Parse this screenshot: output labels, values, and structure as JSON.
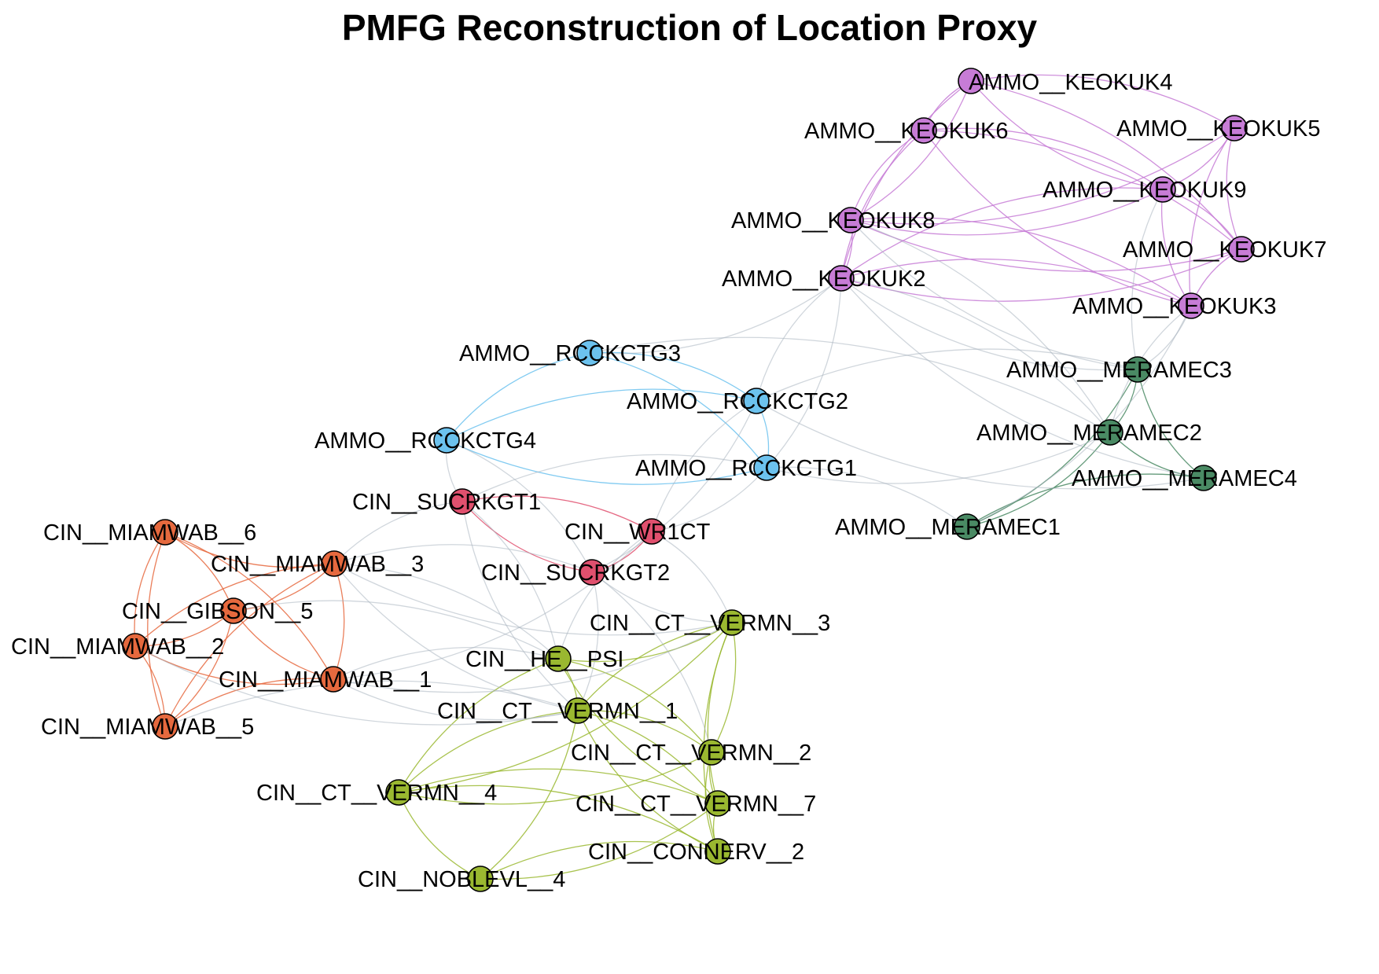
{
  "title": "PMFG Reconstruction of Location Proxy",
  "colors": {
    "KEOKUK": "#c77cd6",
    "RCCKCTG": "#6cc2ee",
    "MERAMEC": "#4a8a64",
    "SUCRKGT": "#e0506e",
    "MIAMWAB": "#e6693e",
    "VERMN": "#9ab830",
    "mixed": "#a9b4c0"
  },
  "nodes": [
    {
      "id": "AMMO__KEOKUK4",
      "group": "KEOKUK"
    },
    {
      "id": "AMMO__KEOKUK6",
      "group": "KEOKUK"
    },
    {
      "id": "AMMO__KEOKUK5",
      "group": "KEOKUK"
    },
    {
      "id": "AMMO__KEOKUK9",
      "group": "KEOKUK"
    },
    {
      "id": "AMMO__KEOKUK8",
      "group": "KEOKUK"
    },
    {
      "id": "AMMO__KEOKUK7",
      "group": "KEOKUK"
    },
    {
      "id": "AMMO__KEOKUK2",
      "group": "KEOKUK"
    },
    {
      "id": "AMMO__KEOKUK3",
      "group": "KEOKUK"
    },
    {
      "id": "AMMO__RCCKCTG3",
      "group": "RCCKCTG"
    },
    {
      "id": "AMMO__RCCKCTG2",
      "group": "RCCKCTG"
    },
    {
      "id": "AMMO__RCCKCTG4",
      "group": "RCCKCTG"
    },
    {
      "id": "AMMO__RCCKCTG1",
      "group": "RCCKCTG"
    },
    {
      "id": "AMMO__MERAMEC3",
      "group": "MERAMEC"
    },
    {
      "id": "AMMO__MERAMEC2",
      "group": "MERAMEC"
    },
    {
      "id": "AMMO__MERAMEC4",
      "group": "MERAMEC"
    },
    {
      "id": "AMMO__MERAMEC1",
      "group": "MERAMEC"
    },
    {
      "id": "CIN__SUCRKGT1",
      "group": "SUCRKGT"
    },
    {
      "id": "CIN__WR1CT",
      "group": "SUCRKGT"
    },
    {
      "id": "CIN__SUCRKGT2",
      "group": "SUCRKGT"
    },
    {
      "id": "CIN__MIAMWAB__6",
      "group": "MIAMWAB"
    },
    {
      "id": "CIN__MIAMWAB__3",
      "group": "MIAMWAB"
    },
    {
      "id": "CIN__GIBSON__5",
      "group": "MIAMWAB"
    },
    {
      "id": "CIN__MIAMWAB__2",
      "group": "MIAMWAB"
    },
    {
      "id": "CIN__MIAMWAB__1",
      "group": "MIAMWAB"
    },
    {
      "id": "CIN__MIAMWAB__5",
      "group": "MIAMWAB"
    },
    {
      "id": "CIN__CT__VERMN__3",
      "group": "VERMN"
    },
    {
      "id": "CIN__HE__PSI",
      "group": "VERMN"
    },
    {
      "id": "CIN__CT__VERMN__1",
      "group": "VERMN"
    },
    {
      "id": "CIN__CT__VERMN__2",
      "group": "VERMN"
    },
    {
      "id": "CIN__CT__VERMN__4",
      "group": "VERMN"
    },
    {
      "id": "CIN__CT__VERMN__7",
      "group": "VERMN"
    },
    {
      "id": "CIN__CONNERV__2",
      "group": "VERMN"
    },
    {
      "id": "CIN__NOBLEVL__4",
      "group": "VERMN"
    }
  ],
  "edges": [
    [
      "AMMO__KEOKUK4",
      "AMMO__KEOKUK6"
    ],
    [
      "AMMO__KEOKUK4",
      "AMMO__KEOKUK8"
    ],
    [
      "AMMO__KEOKUK4",
      "AMMO__KEOKUK9"
    ],
    [
      "AMMO__KEOKUK4",
      "AMMO__KEOKUK5"
    ],
    [
      "AMMO__KEOKUK4",
      "AMMO__KEOKUK2"
    ],
    [
      "AMMO__KEOKUK4",
      "AMMO__KEOKUK7"
    ],
    [
      "AMMO__KEOKUK6",
      "AMMO__KEOKUK8"
    ],
    [
      "AMMO__KEOKUK6",
      "AMMO__KEOKUK9"
    ],
    [
      "AMMO__KEOKUK6",
      "AMMO__KEOKUK2"
    ],
    [
      "AMMO__KEOKUK6",
      "AMMO__KEOKUK7"
    ],
    [
      "AMMO__KEOKUK6",
      "AMMO__KEOKUK3"
    ],
    [
      "AMMO__KEOKUK5",
      "AMMO__KEOKUK9"
    ],
    [
      "AMMO__KEOKUK5",
      "AMMO__KEOKUK7"
    ],
    [
      "AMMO__KEOKUK5",
      "AMMO__KEOKUK8"
    ],
    [
      "AMMO__KEOKUK5",
      "AMMO__KEOKUK3"
    ],
    [
      "AMMO__KEOKUK9",
      "AMMO__KEOKUK8"
    ],
    [
      "AMMO__KEOKUK9",
      "AMMO__KEOKUK2"
    ],
    [
      "AMMO__KEOKUK9",
      "AMMO__KEOKUK7"
    ],
    [
      "AMMO__KEOKUK9",
      "AMMO__KEOKUK3"
    ],
    [
      "AMMO__KEOKUK8",
      "AMMO__KEOKUK2"
    ],
    [
      "AMMO__KEOKUK8",
      "AMMO__KEOKUK7"
    ],
    [
      "AMMO__KEOKUK8",
      "AMMO__KEOKUK3"
    ],
    [
      "AMMO__KEOKUK2",
      "AMMO__KEOKUK7"
    ],
    [
      "AMMO__KEOKUK2",
      "AMMO__KEOKUK3"
    ],
    [
      "AMMO__KEOKUK7",
      "AMMO__KEOKUK3"
    ],
    [
      "AMMO__RCCKCTG3",
      "AMMO__RCCKCTG2"
    ],
    [
      "AMMO__RCCKCTG3",
      "AMMO__RCCKCTG4"
    ],
    [
      "AMMO__RCCKCTG3",
      "AMMO__RCCKCTG1"
    ],
    [
      "AMMO__RCCKCTG2",
      "AMMO__RCCKCTG4"
    ],
    [
      "AMMO__RCCKCTG2",
      "AMMO__RCCKCTG1"
    ],
    [
      "AMMO__RCCKCTG4",
      "AMMO__RCCKCTG1"
    ],
    [
      "AMMO__MERAMEC3",
      "AMMO__MERAMEC2"
    ],
    [
      "AMMO__MERAMEC3",
      "AMMO__MERAMEC4"
    ],
    [
      "AMMO__MERAMEC3",
      "AMMO__MERAMEC1"
    ],
    [
      "AMMO__MERAMEC2",
      "AMMO__MERAMEC4"
    ],
    [
      "AMMO__MERAMEC2",
      "AMMO__MERAMEC1"
    ],
    [
      "AMMO__MERAMEC4",
      "AMMO__MERAMEC1"
    ],
    [
      "CIN__SUCRKGT1",
      "CIN__WR1CT"
    ],
    [
      "CIN__SUCRKGT1",
      "CIN__SUCRKGT2"
    ],
    [
      "CIN__WR1CT",
      "CIN__SUCRKGT2"
    ],
    [
      "CIN__MIAMWAB__6",
      "CIN__MIAMWAB__3"
    ],
    [
      "CIN__MIAMWAB__6",
      "CIN__GIBSON__5"
    ],
    [
      "CIN__MIAMWAB__6",
      "CIN__MIAMWAB__2"
    ],
    [
      "CIN__MIAMWAB__6",
      "CIN__MIAMWAB__1"
    ],
    [
      "CIN__MIAMWAB__6",
      "CIN__MIAMWAB__5"
    ],
    [
      "CIN__MIAMWAB__3",
      "CIN__GIBSON__5"
    ],
    [
      "CIN__MIAMWAB__3",
      "CIN__MIAMWAB__2"
    ],
    [
      "CIN__MIAMWAB__3",
      "CIN__MIAMWAB__1"
    ],
    [
      "CIN__MIAMWAB__3",
      "CIN__MIAMWAB__5"
    ],
    [
      "CIN__GIBSON__5",
      "CIN__MIAMWAB__2"
    ],
    [
      "CIN__GIBSON__5",
      "CIN__MIAMWAB__1"
    ],
    [
      "CIN__GIBSON__5",
      "CIN__MIAMWAB__5"
    ],
    [
      "CIN__MIAMWAB__2",
      "CIN__MIAMWAB__1"
    ],
    [
      "CIN__MIAMWAB__2",
      "CIN__MIAMWAB__5"
    ],
    [
      "CIN__MIAMWAB__1",
      "CIN__MIAMWAB__5"
    ],
    [
      "CIN__CT__VERMN__3",
      "CIN__HE__PSI"
    ],
    [
      "CIN__CT__VERMN__3",
      "CIN__CT__VERMN__1"
    ],
    [
      "CIN__CT__VERMN__3",
      "CIN__CT__VERMN__2"
    ],
    [
      "CIN__CT__VERMN__3",
      "CIN__CT__VERMN__7"
    ],
    [
      "CIN__CT__VERMN__3",
      "CIN__CT__VERMN__4"
    ],
    [
      "CIN__CT__VERMN__3",
      "CIN__CONNERV__2"
    ],
    [
      "CIN__HE__PSI",
      "CIN__CT__VERMN__1"
    ],
    [
      "CIN__HE__PSI",
      "CIN__CT__VERMN__4"
    ],
    [
      "CIN__HE__PSI",
      "CIN__CT__VERMN__2"
    ],
    [
      "CIN__HE__PSI",
      "CIN__CT__VERMN__7"
    ],
    [
      "CIN__CT__VERMN__1",
      "CIN__CT__VERMN__2"
    ],
    [
      "CIN__CT__VERMN__1",
      "CIN__CT__VERMN__4"
    ],
    [
      "CIN__CT__VERMN__1",
      "CIN__CT__VERMN__7"
    ],
    [
      "CIN__CT__VERMN__1",
      "CIN__CONNERV__2"
    ],
    [
      "CIN__CT__VERMN__1",
      "CIN__NOBLEVL__4"
    ],
    [
      "CIN__CT__VERMN__2",
      "CIN__CT__VERMN__7"
    ],
    [
      "CIN__CT__VERMN__2",
      "CIN__CT__VERMN__4"
    ],
    [
      "CIN__CT__VERMN__2",
      "CIN__CONNERV__2"
    ],
    [
      "CIN__CT__VERMN__4",
      "CIN__CT__VERMN__7"
    ],
    [
      "CIN__CT__VERMN__4",
      "CIN__NOBLEVL__4"
    ],
    [
      "CIN__CT__VERMN__4",
      "CIN__CONNERV__2"
    ],
    [
      "CIN__CT__VERMN__7",
      "CIN__CONNERV__2"
    ],
    [
      "CIN__CT__VERMN__7",
      "CIN__NOBLEVL__4"
    ],
    [
      "CIN__CONNERV__2",
      "CIN__NOBLEVL__4"
    ],
    [
      "AMMO__KEOKUK2",
      "AMMO__RCCKCTG3"
    ],
    [
      "AMMO__KEOKUK2",
      "AMMO__RCCKCTG2"
    ],
    [
      "AMMO__KEOKUK2",
      "AMMO__RCCKCTG1"
    ],
    [
      "AMMO__KEOKUK2",
      "AMMO__MERAMEC3"
    ],
    [
      "AMMO__KEOKUK2",
      "AMMO__MERAMEC2"
    ],
    [
      "AMMO__KEOKUK2",
      "AMMO__MERAMEC4"
    ],
    [
      "AMMO__KEOKUK8",
      "AMMO__MERAMEC2"
    ],
    [
      "AMMO__KEOKUK8",
      "AMMO__MERAMEC3"
    ],
    [
      "AMMO__KEOKUK3",
      "AMMO__MERAMEC3"
    ],
    [
      "AMMO__KEOKUK3",
      "AMMO__MERAMEC2"
    ],
    [
      "AMMO__KEOKUK3",
      "AMMO__MERAMEC1"
    ],
    [
      "AMMO__KEOKUK9",
      "AMMO__MERAMEC3"
    ],
    [
      "AMMO__RCCKCTG1",
      "AMMO__MERAMEC1"
    ],
    [
      "AMMO__RCCKCTG1",
      "AMMO__MERAMEC2"
    ],
    [
      "AMMO__RCCKCTG2",
      "AMMO__MERAMEC3"
    ],
    [
      "AMMO__RCCKCTG2",
      "AMMO__MERAMEC4"
    ],
    [
      "AMMO__RCCKCTG3",
      "AMMO__MERAMEC2"
    ],
    [
      "AMMO__RCCKCTG4",
      "CIN__SUCRKGT1"
    ],
    [
      "AMMO__RCCKCTG4",
      "CIN__SUCRKGT2"
    ],
    [
      "AMMO__RCCKCTG1",
      "CIN__SUCRKGT1"
    ],
    [
      "AMMO__RCCKCTG1",
      "CIN__WR1CT"
    ],
    [
      "AMMO__RCCKCTG2",
      "CIN__WR1CT"
    ],
    [
      "AMMO__RCCKCTG2",
      "CIN__SUCRKGT2"
    ],
    [
      "CIN__SUCRKGT1",
      "CIN__MIAMWAB__3"
    ],
    [
      "CIN__SUCRKGT1",
      "CIN__HE__PSI"
    ],
    [
      "CIN__SUCRKGT1",
      "CIN__CT__VERMN__1"
    ],
    [
      "CIN__WR1CT",
      "CIN__CT__VERMN__3"
    ],
    [
      "CIN__WR1CT",
      "CIN__HE__PSI"
    ],
    [
      "CIN__WR1CT",
      "CIN__MIAMWAB__1"
    ],
    [
      "CIN__SUCRKGT2",
      "CIN__CT__VERMN__3"
    ],
    [
      "CIN__SUCRKGT2",
      "CIN__CT__VERMN__1"
    ],
    [
      "CIN__SUCRKGT2",
      "CIN__MIAMWAB__3"
    ],
    [
      "CIN__SUCRKGT2",
      "CIN__CT__VERMN__2"
    ],
    [
      "CIN__MIAMWAB__3",
      "CIN__CT__VERMN__3"
    ],
    [
      "CIN__MIAMWAB__3",
      "CIN__HE__PSI"
    ],
    [
      "CIN__MIAMWAB__3",
      "CIN__CT__VERMN__1"
    ],
    [
      "CIN__GIBSON__5",
      "CIN__HE__PSI"
    ],
    [
      "CIN__MIAMWAB__1",
      "CIN__CT__VERMN__1"
    ],
    [
      "CIN__MIAMWAB__1",
      "CIN__HE__PSI"
    ],
    [
      "CIN__MIAMWAB__1",
      "CIN__CT__VERMN__3"
    ],
    [
      "CIN__MIAMWAB__5",
      "CIN__CT__VERMN__1"
    ],
    [
      "CIN__MIAMWAB__2",
      "CIN__CT__VERMN__1"
    ]
  ]
}
